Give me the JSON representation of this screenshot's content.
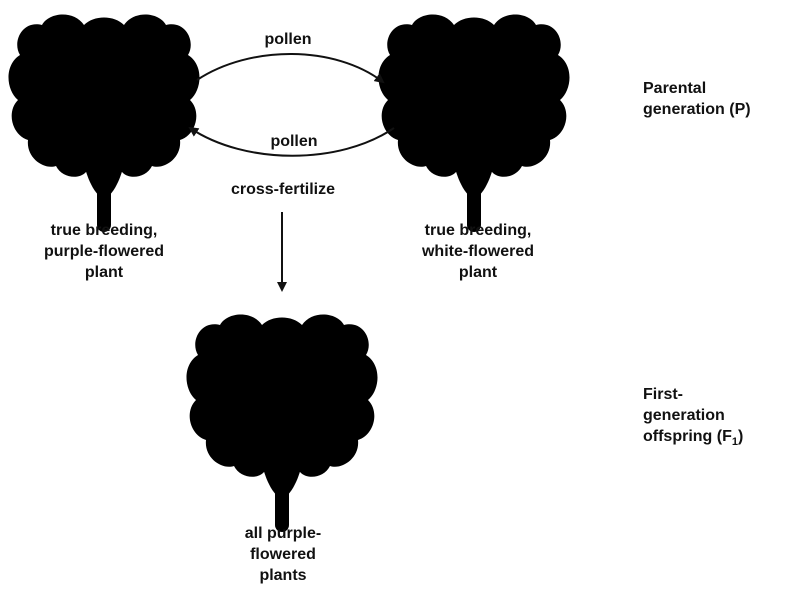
{
  "colors": {
    "purple_petal": "#a878c6",
    "purple_inner": "#a27dca",
    "purple_vein": "#6e4690",
    "white_petal": "#e3f1f8",
    "white_inner": "#ddeef7",
    "white_vein": "#a9cde0",
    "sepal_green": "#3fae64",
    "stem_green": "#8ed08e",
    "arrow": "#111111"
  },
  "arrows": {
    "top_label": "pollen",
    "bottom_label": "pollen",
    "cross_label": "cross-fertilize"
  },
  "parent_purple": {
    "lines": [
      "true breeding,",
      "purple-flowered",
      "plant"
    ]
  },
  "parent_white": {
    "lines": [
      "true breeding,",
      "white-flowered",
      "plant"
    ]
  },
  "offspring": {
    "lines": [
      "all purple-",
      "flowered",
      "plants"
    ]
  },
  "generations": {
    "parental": [
      "Parental",
      "generation (P)"
    ],
    "first": {
      "line1": "First-",
      "line2": "generation",
      "line3_text": "offspring (F",
      "line3_sub": "1",
      "line3_end": ")"
    }
  }
}
